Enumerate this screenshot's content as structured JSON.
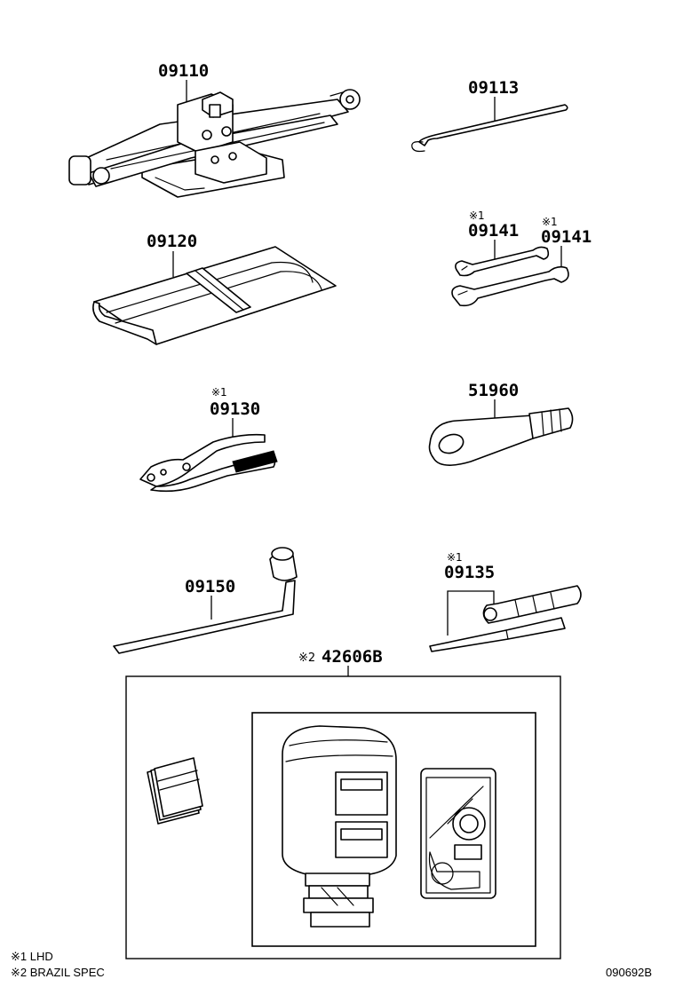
{
  "parts": {
    "jack": "09110",
    "handle_rod": "09113",
    "tool_bag": "09120",
    "wrench_a": "09141",
    "wrench_b": "09141",
    "pliers": "09130",
    "tow_hook": "51960",
    "wheel_wrench": "09150",
    "screwdriver": "09135",
    "repair_kit": "42606B"
  },
  "markers": {
    "m1": "※1",
    "m2": "※2"
  },
  "notes": {
    "note1": "※1 LHD",
    "note2": "※2 BRAZIL SPEC"
  },
  "drawing_number": "090692B"
}
